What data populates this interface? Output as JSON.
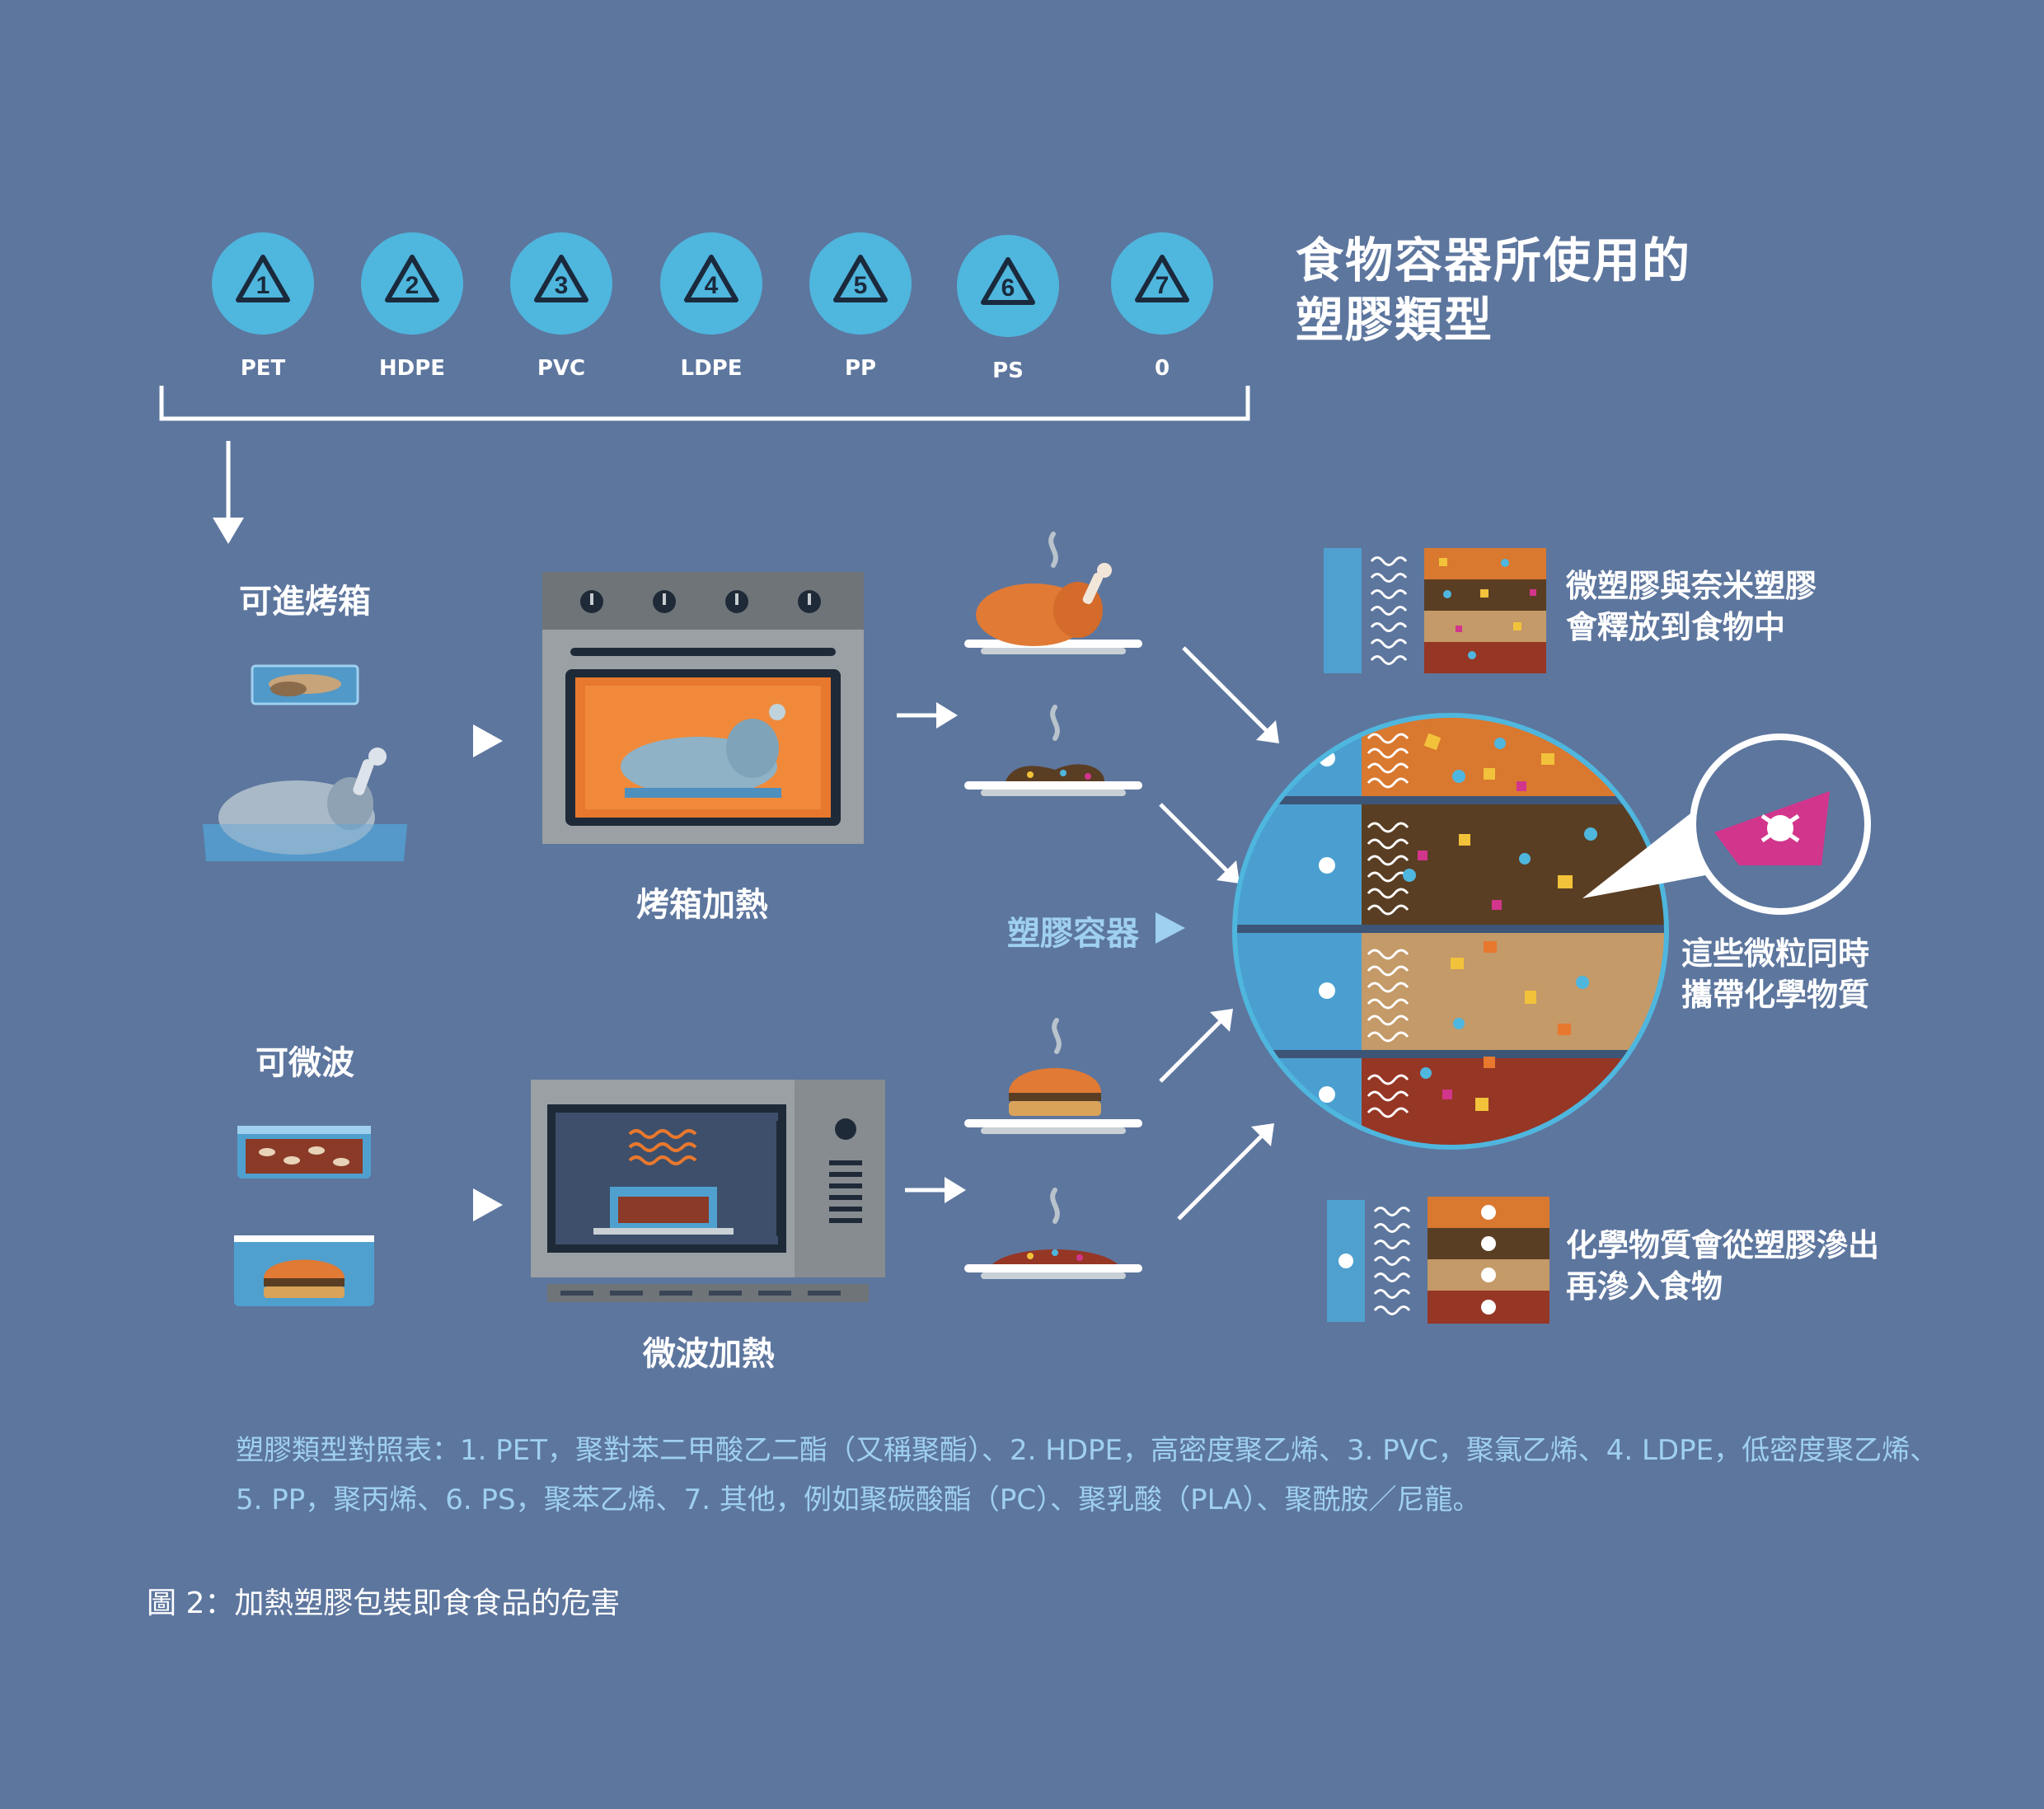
{
  "title": {
    "line1": "食物容器所使用的",
    "line2": "塑膠類型"
  },
  "resin_codes": [
    {
      "number": "1",
      "label": "PET"
    },
    {
      "number": "2",
      "label": "HDPE"
    },
    {
      "number": "3",
      "label": "PVC"
    },
    {
      "number": "4",
      "label": "LDPE"
    },
    {
      "number": "5",
      "label": "PP"
    },
    {
      "number": "6",
      "label": "PS"
    },
    {
      "number": "7",
      "label": "0"
    }
  ],
  "oven": {
    "category": "可進烤箱",
    "caption": "烤箱加熱"
  },
  "microwave": {
    "category": "可微波",
    "caption": "微波加熱"
  },
  "container_label": "塑膠容器",
  "effects": {
    "microplastics": {
      "line1": "微塑膠與奈米塑膠",
      "line2": "會釋放到食物中"
    },
    "particles": {
      "line1": "這些微粒同時",
      "line2": "攜帶化學物質"
    },
    "chemicals": {
      "line1": "化學物質會從塑膠滲出",
      "line2": "再滲入食物"
    }
  },
  "note": {
    "line1": "塑膠類型對照表：1. PET，聚對苯二甲酸乙二酯（又稱聚酯）、2. HDPE，高密度聚乙烯、3. PVC，聚氯乙烯、4. LDPE，低密度聚乙烯、",
    "line2": "5. PP，聚丙烯、6. PS，聚苯乙烯、7. 其他，例如聚碳酸酯（PC）、聚乳酸（PLA）、聚酰胺／尼龍。"
  },
  "figure_caption": "圖 2：加熱塑膠包裝即食食品的危害",
  "colors": {
    "background": "#5d769e",
    "resin_circle": "#4fb6de",
    "heading_blue": "#9fd0ef",
    "oven_glow": "#e8782e",
    "toxic_magenta": "#d2358c",
    "layer_orange": "#d9782f",
    "layer_dark_brown": "#5a3e23",
    "layer_tan": "#c49a68",
    "layer_red_brown": "#963625"
  }
}
